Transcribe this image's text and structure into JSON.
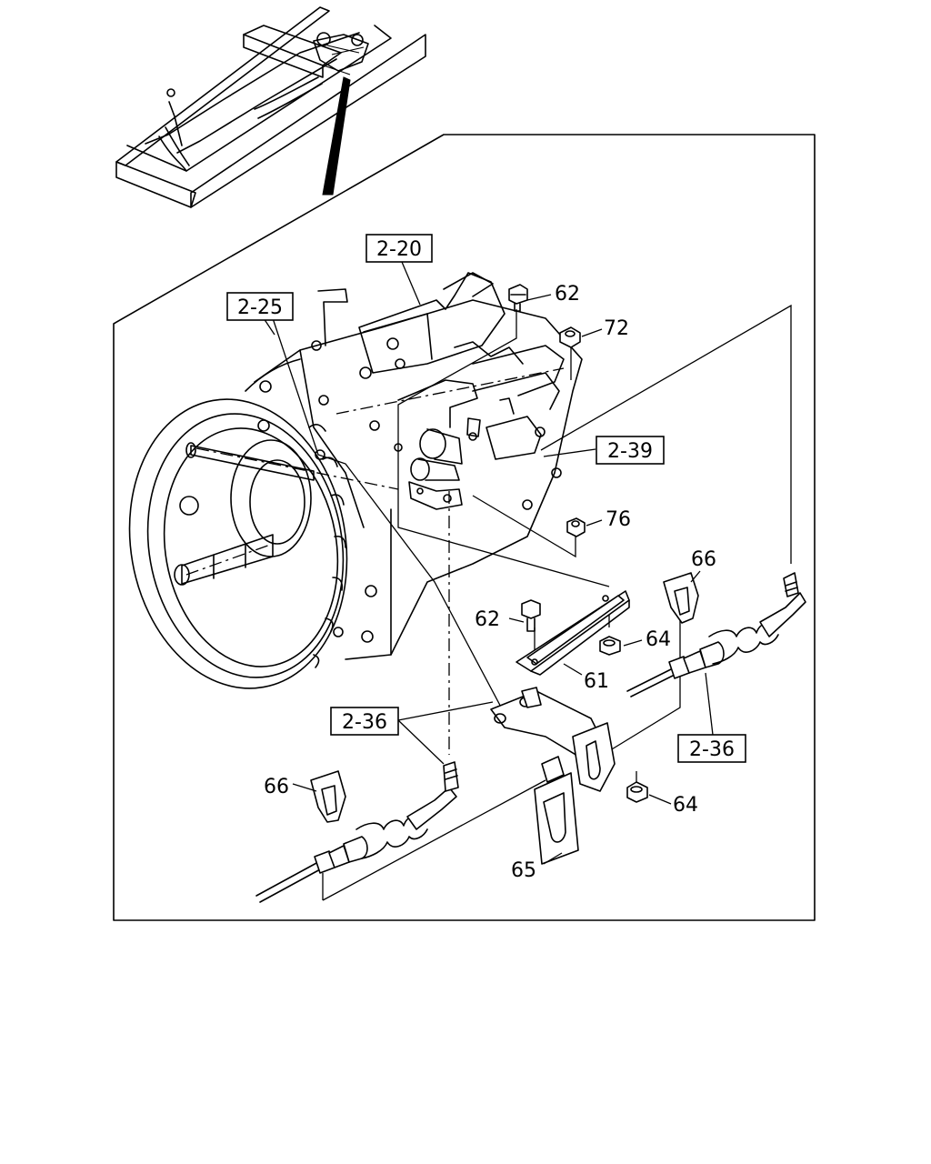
{
  "labels": {
    "ref_2_20": "2-20",
    "ref_2_25": "2-25",
    "ref_2_39": "2-39",
    "ref_2_36_left": "2-36",
    "ref_2_36_right": "2-36",
    "p62_top": "62",
    "p72": "72",
    "p76": "76",
    "p66_right": "66",
    "p62_mid": "62",
    "p64_mid": "64",
    "p61": "61",
    "p66_left": "66",
    "p64_low": "64",
    "p65": "65"
  }
}
